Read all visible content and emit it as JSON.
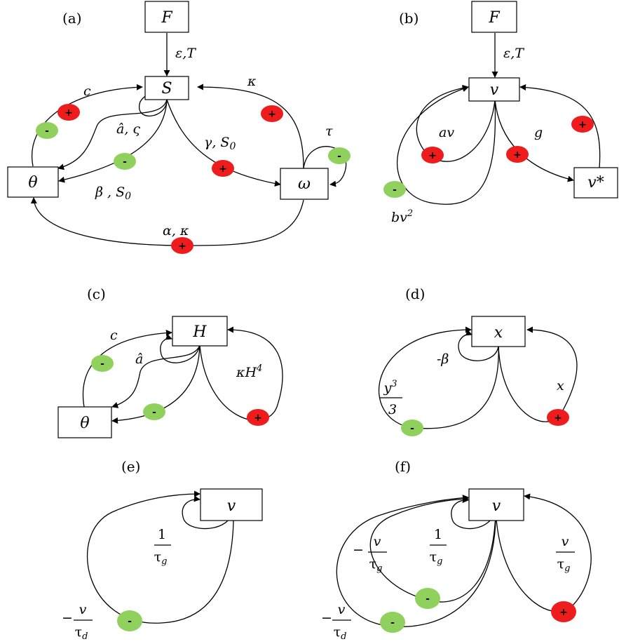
{
  "colors": {
    "positive": "#ee1c1c",
    "negative": "#8fd15c",
    "line": "#000000"
  },
  "panels": {
    "a": {
      "label": "(a)",
      "nodes": {
        "F": "F",
        "S": "S",
        "theta": "θ",
        "omega": "ω"
      },
      "labels": {
        "eps_T": "ε,T",
        "c": "c",
        "kappa": "κ",
        "a_sigma": "â, ς",
        "gamma_S0": "γ, S",
        "gamma_sub": "0",
        "beta_S0": "β , S",
        "beta_sub": "0",
        "tau": "τ",
        "alpha_kappa": "α, κ"
      }
    },
    "b": {
      "label": "(b)",
      "nodes": {
        "F": "F",
        "v": "v",
        "vstar": "v*"
      },
      "labels": {
        "eps_T": "ε,T",
        "av": "av",
        "g": "g",
        "bv": "bv",
        "bv_sup": "2"
      }
    },
    "c": {
      "label": "(c)",
      "nodes": {
        "H": "H",
        "theta": "θ"
      },
      "labels": {
        "c": "c",
        "a": "â",
        "kH": "κH",
        "kH_sup": "4"
      }
    },
    "d": {
      "label": "(d)",
      "nodes": {
        "x": "x"
      },
      "labels": {
        "beta": "-β",
        "x": "x",
        "y3_num": "y",
        "y3_sup": "3",
        "y3_den": "3"
      }
    },
    "e": {
      "label": "(e)",
      "nodes": {
        "v": "v"
      },
      "labels": {
        "one": "1",
        "tau_g": "τ",
        "g_sub": "g",
        "minus": "−",
        "v": "v",
        "tau_d": "τ",
        "d_sub": "d"
      }
    },
    "f": {
      "label": "(f)",
      "nodes": {
        "v": "v"
      },
      "labels": {
        "one": "1",
        "tau": "τ",
        "g_sub": "g",
        "d_sub": "d",
        "minus": "−",
        "v": "v"
      }
    }
  },
  "signs": {
    "plus": "+",
    "minus": "-"
  }
}
